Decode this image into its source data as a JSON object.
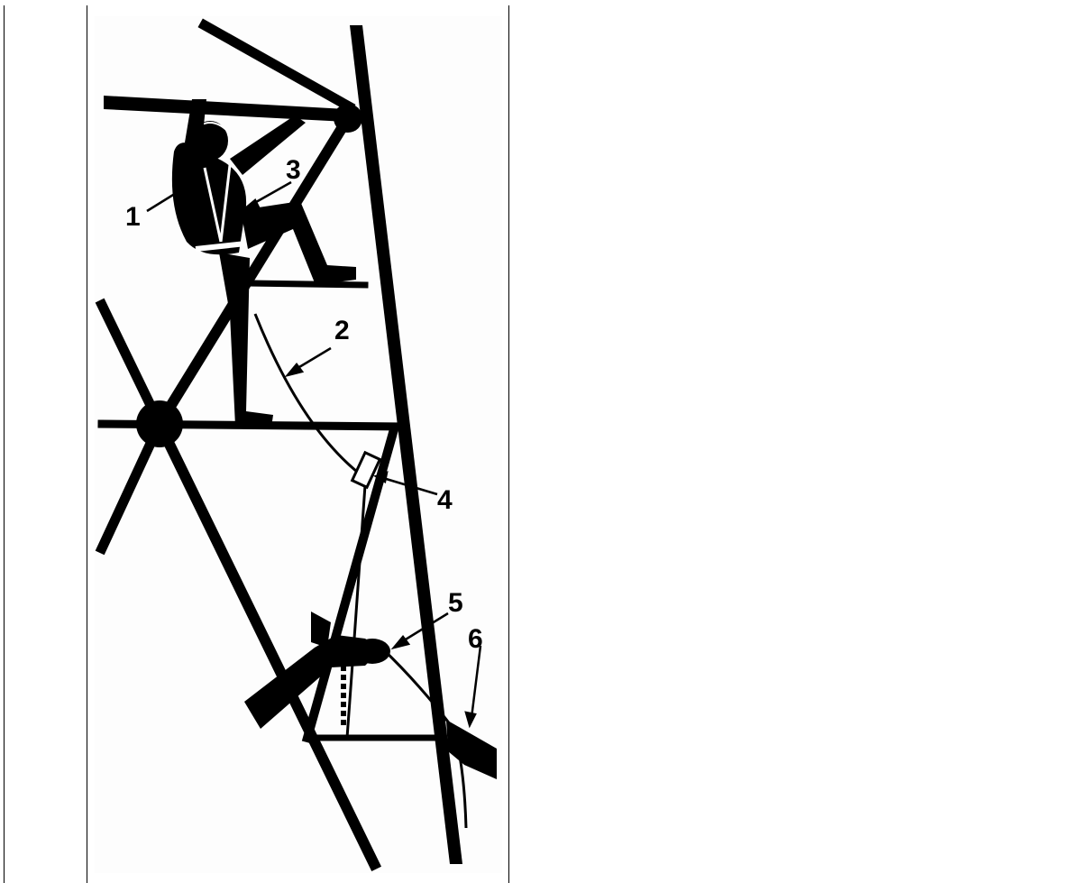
{
  "figure": {
    "callouts": [
      "1",
      "2",
      "3",
      "4",
      "5",
      "6"
    ]
  }
}
